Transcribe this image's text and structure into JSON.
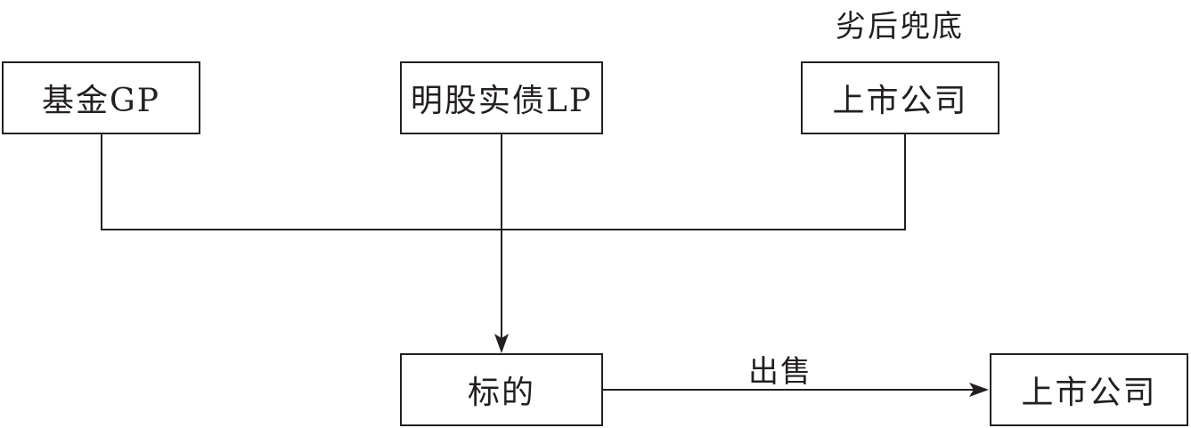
{
  "diagram": {
    "top_note": "劣后兜底",
    "nodes": {
      "fund_gp": "基金GP",
      "lp": "明股实债LP",
      "listed_top": "上市公司",
      "target": "标的",
      "listed_bottom": "上市公司"
    },
    "edges": {
      "sale_label": "出售"
    },
    "colors": {
      "line": "#231f20",
      "background": "#ffffff"
    }
  }
}
